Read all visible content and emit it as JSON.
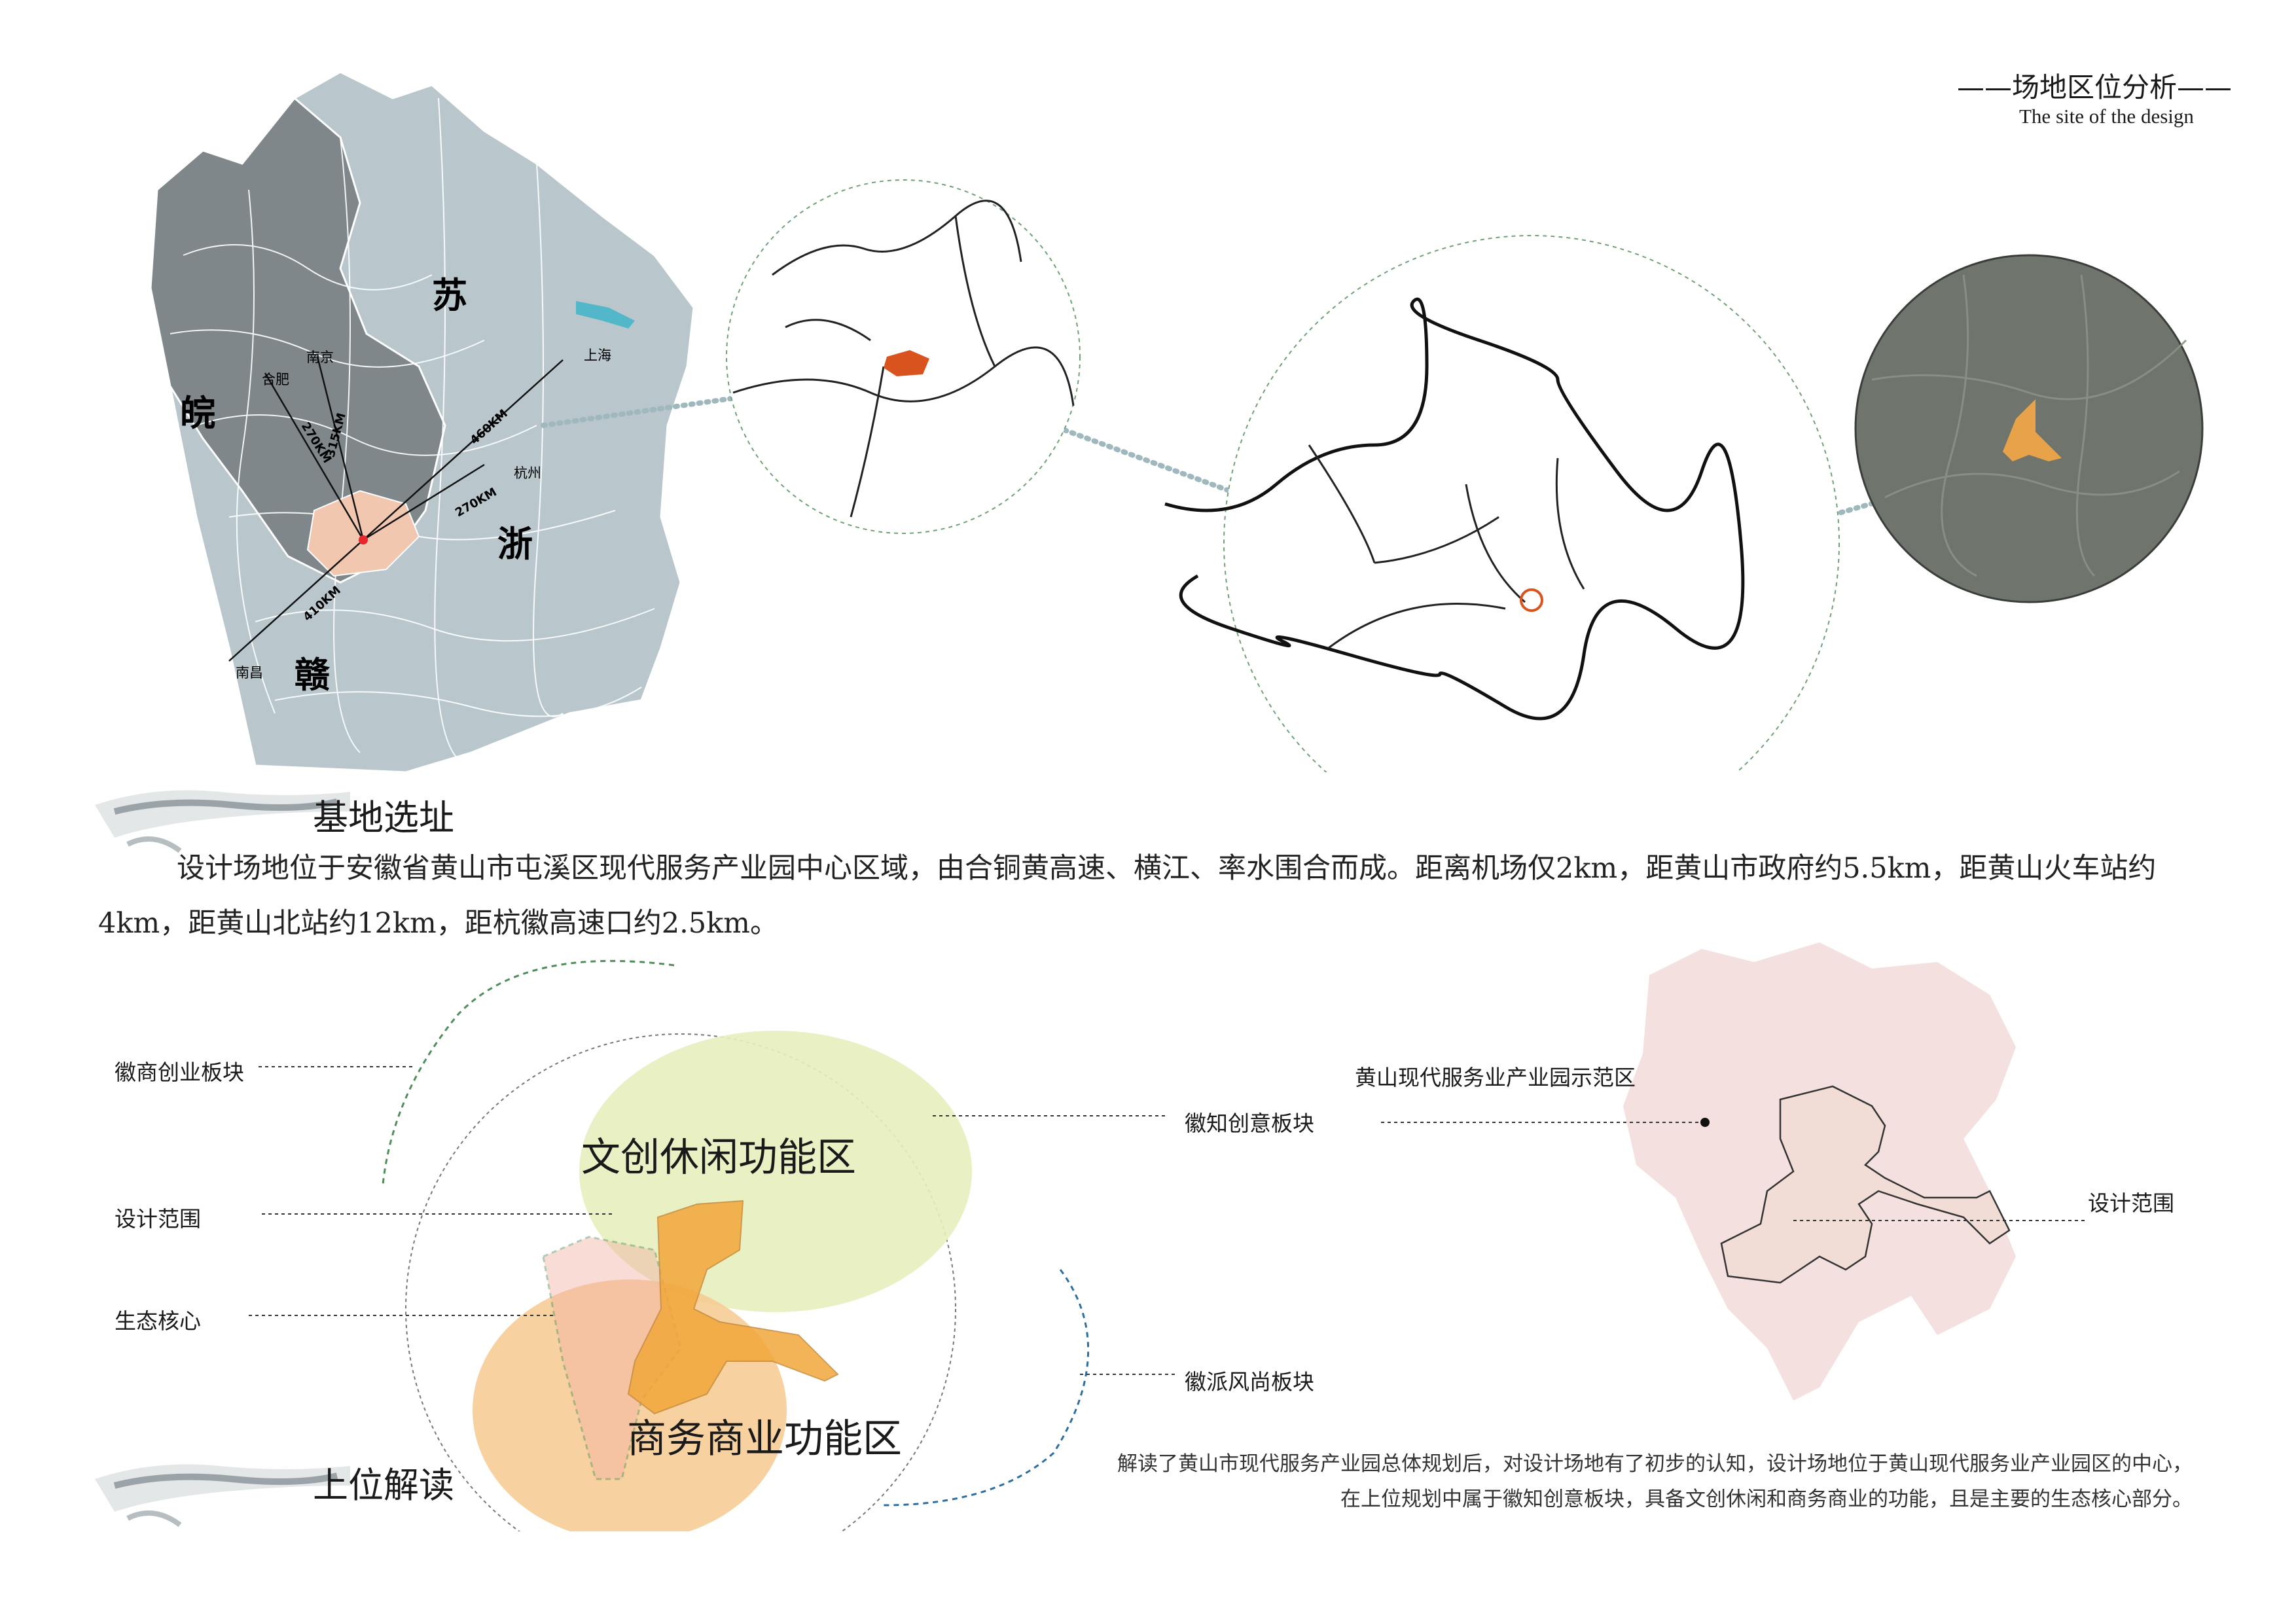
{
  "header": {
    "title": "——场地区位分析——",
    "subtitle": "The site of the design"
  },
  "map": {
    "provinces": [
      "苏",
      "皖",
      "浙",
      "赣"
    ],
    "cities": [
      "南京",
      "合肥",
      "上海",
      "杭州",
      "南昌"
    ],
    "distances": [
      "315KM",
      "270KM",
      "460KM",
      "270KM",
      "410KM"
    ]
  },
  "section1": {
    "title": "基地选址",
    "text": "设计场地位于安徽省黄山市屯溪区现代服务产业园中心区域，由合铜黄高速、横江、率水围合而成。距离机场仅2km，距黄山市政府约5.5km，距黄山火车站约4km，距黄山北站约12km，距杭徽高速口约2.5km。"
  },
  "section2": {
    "title": "上位解读",
    "labels": {
      "huishang": "徽商创业板块",
      "design_scope": "设计范围",
      "eco_core": "生态核心",
      "huizhi": "徽知创意板块",
      "huipai": "徽派风尚板块",
      "wenchuang": "文创休闲功能区",
      "shangwu": "商务商业功能区",
      "park_scope": "黄山现代服务业产业园示范区",
      "design_scope_right": "设计范围"
    },
    "text": "解读了黄山市现代服务产业园总体规划后，对设计场地有了初步的认知，设计场地位于黄山现代服务业产业园区的中心，在上位规划中属于徽知创意板块，具备文创休闲和商务商业的功能，且是主要的生态核心部分。"
  },
  "colors": {
    "map_light": "#b9c7cc",
    "map_dark": "#7f878b",
    "site_orange": "#e8a24a",
    "wenchuang_fill": "#e7eebd",
    "shangwu_fill": "#f6c98e",
    "park_fill": "#f0d6d4",
    "dotted_line": "#9fb8bd"
  }
}
